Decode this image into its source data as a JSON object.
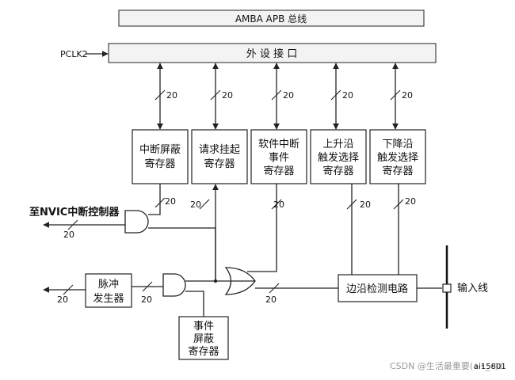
{
  "bus": {
    "title": "AMBA APB 总线"
  },
  "interface": {
    "title": "外 设 接 口",
    "clock": "PCLK2"
  },
  "registers": [
    {
      "id": "irq-mask",
      "lines": [
        "中断屏蔽",
        "寄存器"
      ]
    },
    {
      "id": "pending",
      "lines": [
        "请求挂起",
        "寄存器"
      ]
    },
    {
      "id": "sw-event",
      "lines": [
        "软件中断",
        "事件",
        "寄存器"
      ]
    },
    {
      "id": "rising",
      "lines": [
        "上升沿",
        "触发选择",
        "寄存器"
      ]
    },
    {
      "id": "falling",
      "lines": [
        "下降沿",
        "触发选择",
        "寄存器"
      ]
    }
  ],
  "bus_width": "20",
  "nvic_output": "至NVIC中断控制器",
  "pulse_generator": [
    "脉冲",
    "发生器"
  ],
  "event_mask": [
    "事件",
    "屏蔽",
    "寄存器"
  ],
  "edge_detect": "边沿检测电路",
  "input_line": "输入线",
  "figure_code": "ai15801",
  "watermark": "CSDN @生活最重要(ง •_•)ง"
}
